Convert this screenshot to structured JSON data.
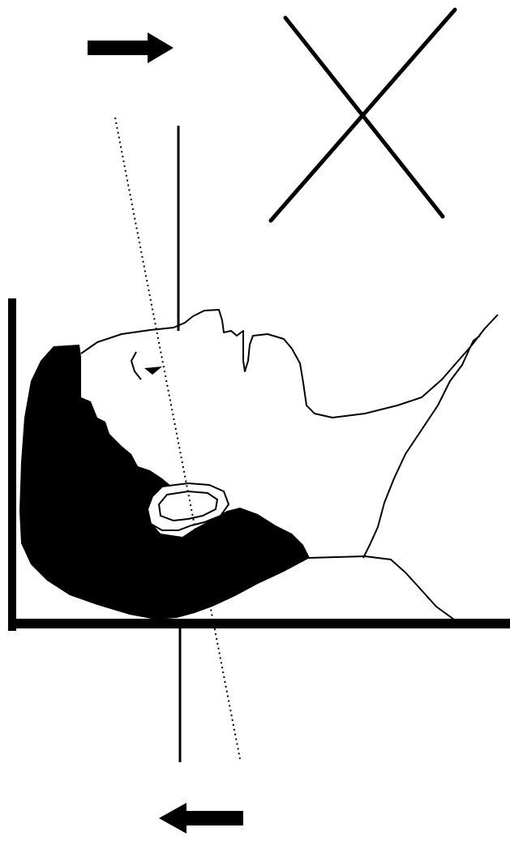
{
  "figure": {
    "background": "#ffffff",
    "ink": "#000000",
    "elements": [
      "arrow-right-icon",
      "incorrect-x-mark",
      "true-vertical-reference-line",
      "tilted-head-axis-dotted-line",
      "head-profile-outline",
      "hair-silhouette",
      "ear-outline",
      "pillow-outline",
      "table-surface",
      "headboard-vertical",
      "arrow-left-icon"
    ]
  }
}
